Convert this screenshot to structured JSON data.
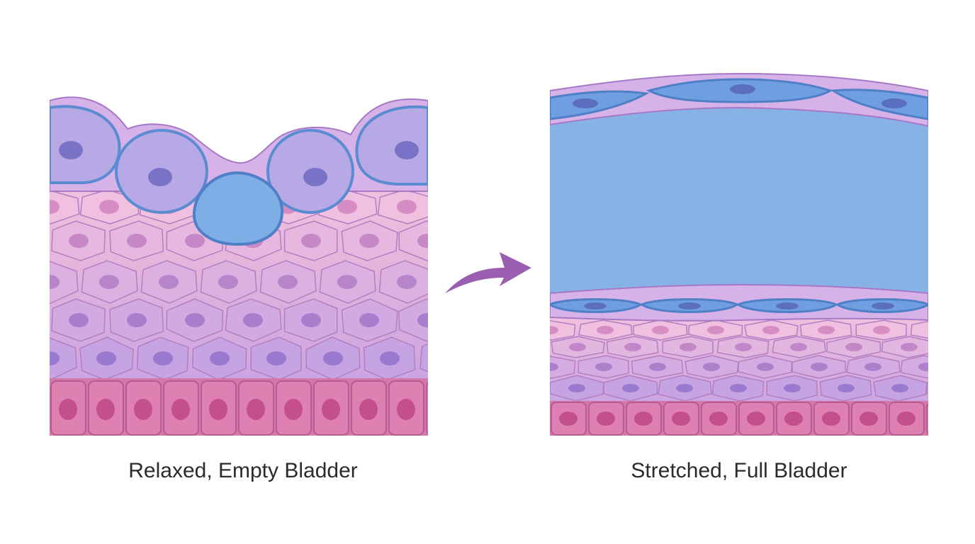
{
  "panels": {
    "relaxed": {
      "caption": "Relaxed, Empty Bladder"
    },
    "stretched": {
      "caption": "Stretched, Full Bladder"
    }
  },
  "colors": {
    "background": "#ffffff",
    "umbrella_fill": "#b7a9e6",
    "umbrella_outline": "#5b8bd0",
    "stretched_umbrella_fill": "#86b2e6",
    "intermediate_pink": "#eab3d6",
    "intermediate_mauve": "#d49fd8",
    "basal_lower_purple": "#c5a2e0",
    "basal_cells": "#de80b2",
    "nucleus_pink": "#c97fc0",
    "nucleus_purple": "#7a72c6",
    "arrow": "#9a5fb0",
    "caption_text": "#2b2b2b"
  },
  "icons": {
    "transition_arrow": "curved-arrow-right"
  }
}
